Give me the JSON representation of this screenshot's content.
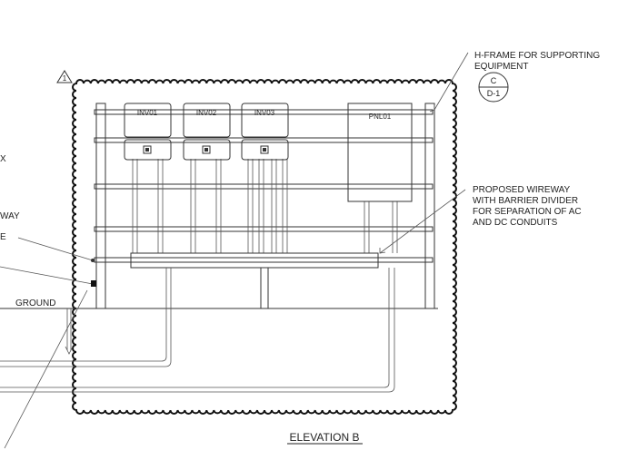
{
  "annotations": {
    "hframe_line1": "H-FRAME FOR SUPPORTING",
    "hframe_line2": "EQUIPMENT",
    "detail_top": "C",
    "detail_bottom": "D-1",
    "wireway_line1": "PROPOSED WIREWAY",
    "wireway_line2": "WITH BARRIER DIVIDER",
    "wireway_line3": "FOR SEPARATION OF AC",
    "wireway_line4": "AND DC CONDUITS",
    "ground": "GROUND",
    "elevation_title": "ELEVATION B",
    "revision_marker": "1",
    "left_partial_1": "X",
    "left_partial_2": "WAY",
    "left_partial_3": "E"
  },
  "equipment": {
    "inverters": [
      "INV01",
      "INV02",
      "INV03"
    ],
    "panel": "PNL01"
  }
}
